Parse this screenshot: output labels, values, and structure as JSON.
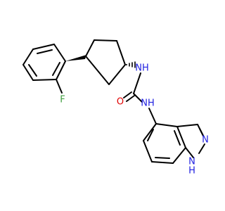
{
  "molecule": {
    "colors": {
      "bond": "#000000",
      "carbon": "#000000",
      "nitrogen": "#1f1fe0",
      "oxygen": "#e00000",
      "fluorine": "#3f9f3f"
    },
    "atom_labels": {
      "fluorine": "F",
      "urea_nh_top": "NH",
      "urea_nh_bottom": "NH",
      "carbonyl_oxygen": "O",
      "indazole_n2": "N",
      "indazole_n1": "N",
      "indazole_n1_h": "H"
    }
  }
}
